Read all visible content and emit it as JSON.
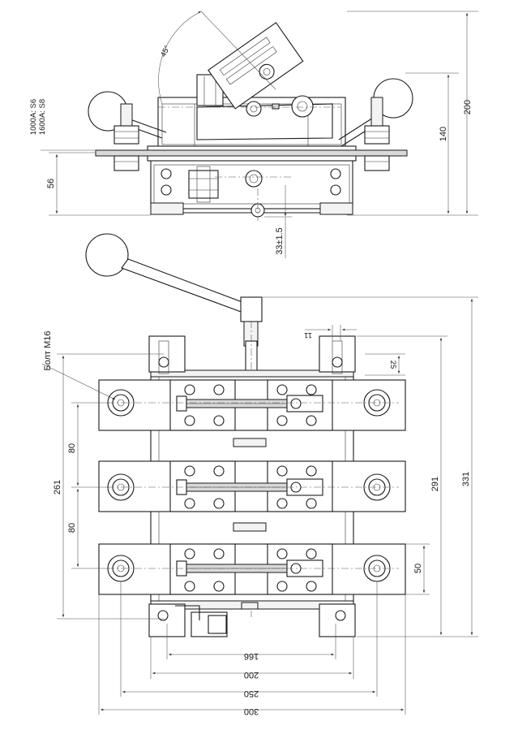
{
  "drawing": {
    "top_view": {
      "angle": "45°",
      "variant_1000": "1000A: S6",
      "variant_1600": "1600A: S8",
      "dim_height_total": "200",
      "dim_height_mount": "140",
      "dim_base": "56",
      "dim_offset": "33±1.5"
    },
    "front_view": {
      "bolt_label": "Болт М16",
      "dim_11": "11",
      "dim_25": "25",
      "dim_pitch_1": "80",
      "dim_pitch_2": "80",
      "dim_261": "261",
      "dim_291": "291",
      "dim_331": "331",
      "dim_50": "50",
      "dim_166": "166",
      "dim_200": "200",
      "dim_250": "250",
      "dim_300": "300"
    }
  },
  "colors": {
    "line": "#1a1a1a",
    "dimension": "#4a4a4a",
    "background": "#ffffff"
  }
}
